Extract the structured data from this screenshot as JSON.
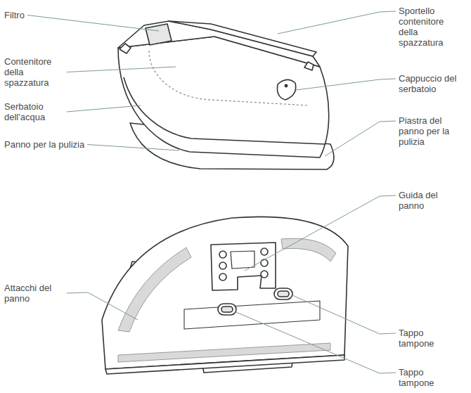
{
  "diagram": {
    "labels": [
      "Filtro",
      "Sportello contenitore della spazzatura",
      "Contenitore della spazzatura",
      "Cappuccio del serbatoio",
      "Serbatoio dell'acqua",
      "Piastra del panno per la pulizia",
      "Panno per la pulizia",
      "Guida del panno",
      "Attacchi del panno",
      "Tappo tampone",
      "Tappo tampone"
    ]
  }
}
